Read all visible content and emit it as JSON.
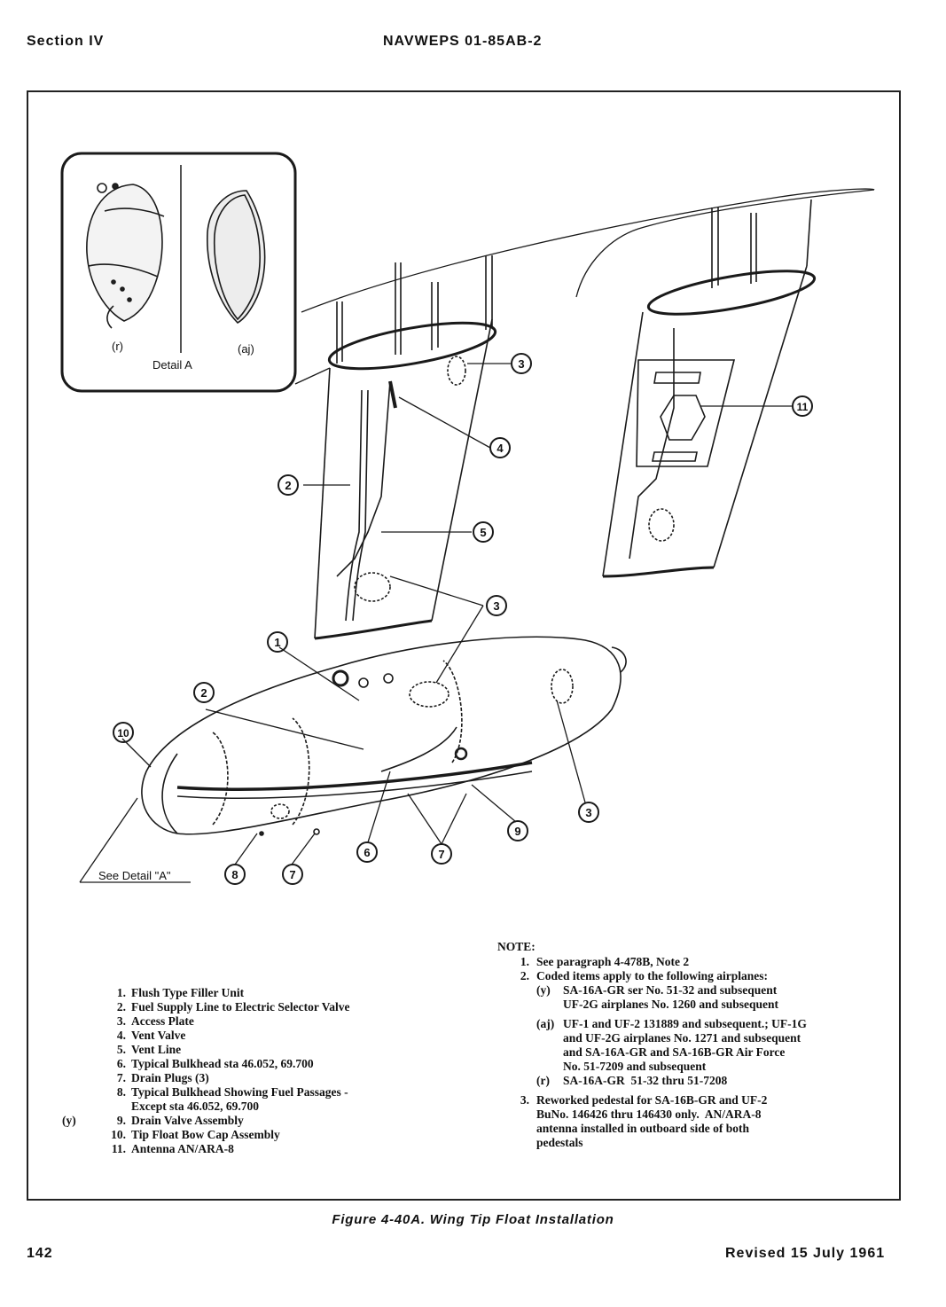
{
  "header": {
    "section": "Section IV",
    "document_number": "NAVWEPS 01-85AB-2"
  },
  "detail_inset": {
    "title": "Detail A",
    "left_view_code": "(r)",
    "right_view_code": "(aj)"
  },
  "see_detail_label": "See Detail \"A\"",
  "callouts": [
    "1",
    "2",
    "3",
    "4",
    "5",
    "6",
    "7",
    "8",
    "9",
    "10",
    "11"
  ],
  "legend": [
    {
      "code": "",
      "num": "1.",
      "text": "Flush Type Filler Unit"
    },
    {
      "code": "",
      "num": "2.",
      "text": "Fuel Supply Line to Electric Selector Valve"
    },
    {
      "code": "",
      "num": "3.",
      "text": "Access Plate"
    },
    {
      "code": "",
      "num": "4.",
      "text": "Vent Valve"
    },
    {
      "code": "",
      "num": "5.",
      "text": "Vent Line"
    },
    {
      "code": "",
      "num": "6.",
      "text": "Typical Bulkhead sta 46.052, 69.700"
    },
    {
      "code": "",
      "num": "7.",
      "text": "Drain Plugs (3)"
    },
    {
      "code": "",
      "num": "8.",
      "text": "Typical Bulkhead Showing Fuel Passages -\nExcept sta 46.052, 69.700"
    },
    {
      "code": "(y)",
      "num": "9.",
      "text": "Drain Valve Assembly"
    },
    {
      "code": "",
      "num": "10.",
      "text": "Tip Float Bow Cap Assembly"
    },
    {
      "code": "",
      "num": "11.",
      "text": "Antenna AN/ARA-8"
    }
  ],
  "notes": {
    "heading": "NOTE:",
    "note1": {
      "num": "1.",
      "text": "See paragraph 4-478B, Note 2"
    },
    "note2": {
      "num": "2.",
      "text": "Coded items apply to the following airplanes:",
      "items": [
        {
          "code": "(y)",
          "text": "SA-16A-GR ser No. 51-32 and subsequent\nUF-2G airplanes No. 1260 and subsequent"
        },
        {
          "code": "(aj)",
          "text": "UF-1 and UF-2 131889 and subsequent.; UF-1G\nand UF-2G airplanes No. 1271 and subsequent\nand SA-16A-GR and SA-16B-GR Air Force\nNo. 51-7209 and subsequent"
        },
        {
          "code": "(r)",
          "text": "SA-16A-GR  51-32 thru 51-7208"
        }
      ]
    },
    "note3": {
      "num": "3.",
      "text": "Reworked pedestal for SA-16B-GR and UF-2\nBuNo. 146426 thru 146430 only.  AN/ARA-8\nantenna installed in outboard side of both\npedestals"
    }
  },
  "caption": "Figure 4-40A.  Wing Tip Float Installation",
  "footer": {
    "page": "142",
    "revised": "Revised 15 July 1961"
  }
}
